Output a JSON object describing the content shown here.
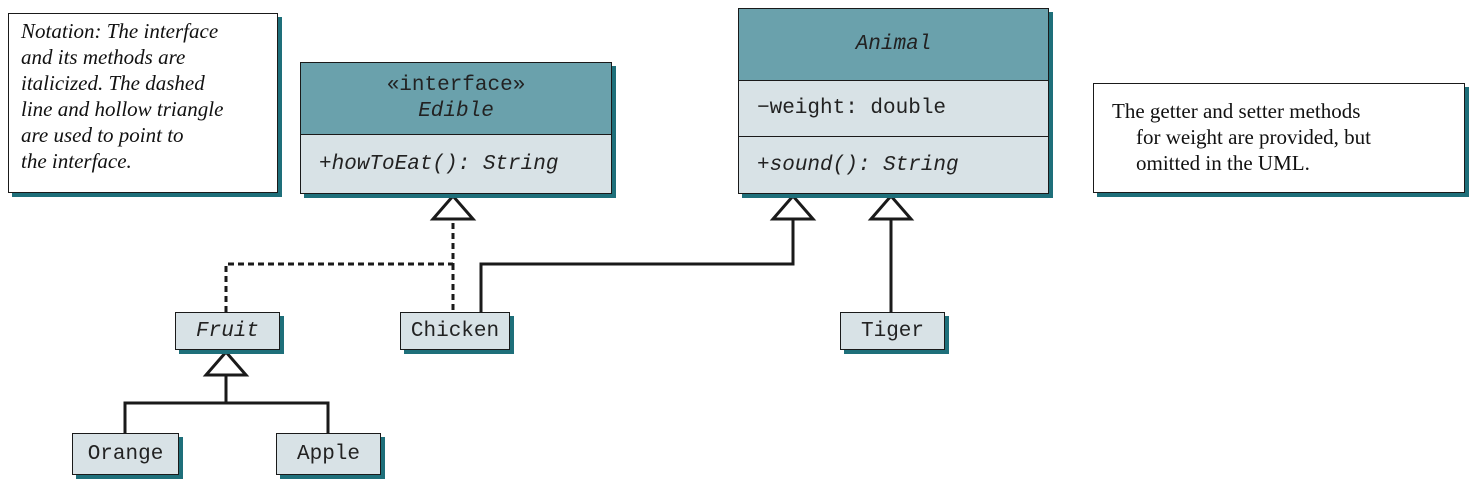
{
  "notation_note": {
    "lines": [
      "Notation: The interface",
      "and its methods are",
      "italicized. The dashed",
      "line and hollow triangle",
      "are used to point to",
      "the interface."
    ]
  },
  "getter_setter_note": {
    "lines": [
      "The getter and setter methods",
      "for weight are provided, but",
      "omitted in the UML."
    ]
  },
  "edible": {
    "stereotype": "«interface»",
    "name": "Edible",
    "method_visibility": "+",
    "method": "howToEat(): String"
  },
  "animal": {
    "name": "Animal",
    "field": "−weight: double",
    "method_visibility": "+",
    "method": "sound(): String"
  },
  "classes": {
    "fruit": "Fruit",
    "chicken": "Chicken",
    "tiger": "Tiger",
    "orange": "Orange",
    "apple": "Apple"
  },
  "colors": {
    "header_fill": "#6aa1ac",
    "box_fill": "#d8e2e6",
    "shadow": "#1e6f7a",
    "line": "#1a1a1a"
  }
}
